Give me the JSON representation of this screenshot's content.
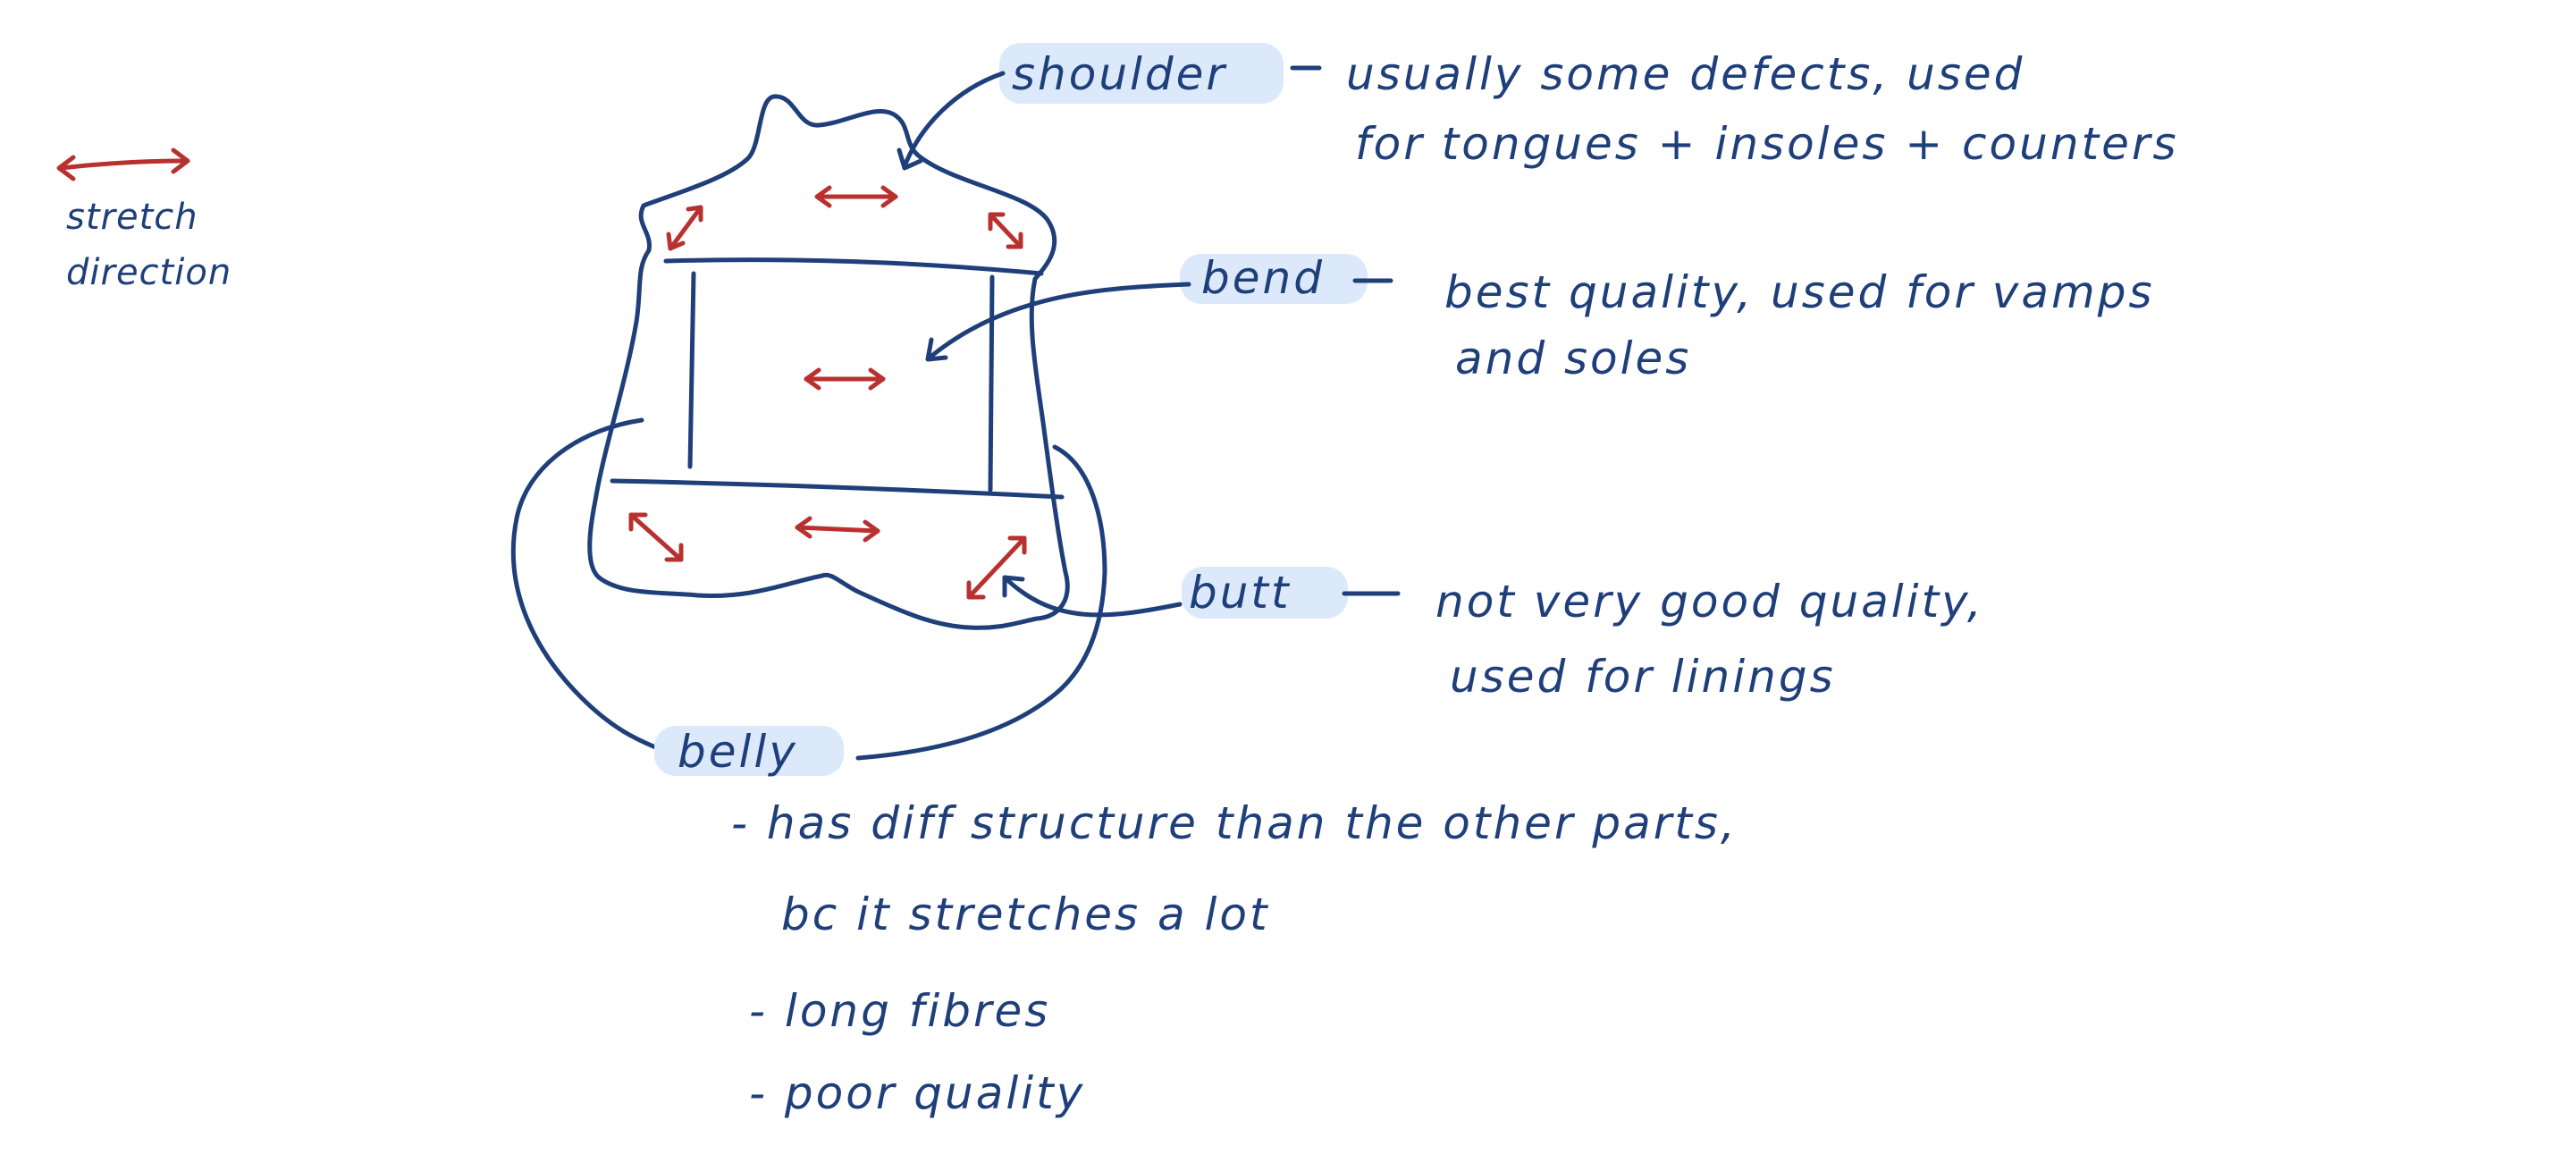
{
  "legend": {
    "label_line1": "stretch",
    "label_line2": "direction"
  },
  "regions": {
    "shoulder": {
      "label": "shoulder",
      "note_line1": "usually some defects, used",
      "note_line2": "for tongues + insoles + counters"
    },
    "bend": {
      "label": "bend",
      "note_line1": "best quality, used for vamps",
      "note_line2": "and soles"
    },
    "butt": {
      "label": "butt",
      "note_line1": "not very good quality,",
      "note_line2": "used for linings"
    },
    "belly": {
      "label": "belly",
      "notes": [
        "- has diff structure than the other parts,",
        "bc it stretches a lot",
        "- long fibres",
        "- poor quality"
      ]
    }
  },
  "colors": {
    "ink": "#1f3f7a",
    "arrow": "#b8312f",
    "highlight": "#dbe9fb"
  }
}
